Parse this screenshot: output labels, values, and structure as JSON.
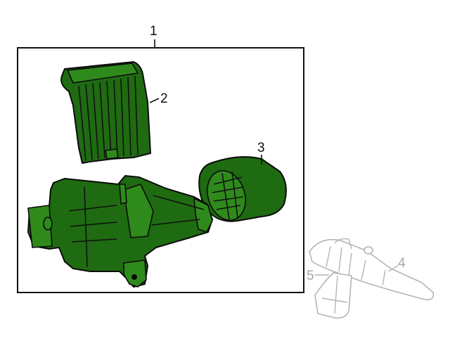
{
  "callouts": {
    "c1": "1",
    "c2": "2",
    "c3": "3",
    "c4": "4",
    "c5": "5"
  },
  "colors": {
    "part_fill": "#1f6b12",
    "part_highlight": "#2f8a1c",
    "outline": "#0b0b0b",
    "ghost_outline": "#b4b4b4"
  }
}
